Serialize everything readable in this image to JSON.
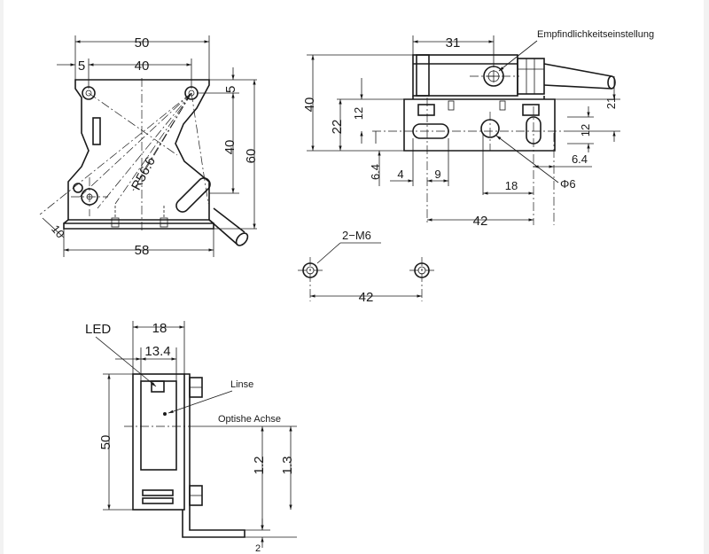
{
  "drawing": {
    "front_view": {
      "dim_total_width": "50",
      "dim_edge_offset": "5",
      "dim_hole_spacing": "40",
      "dim_top_offset": "5",
      "dim_vertical_holes": "40",
      "dim_total_height": "60",
      "dim_radius": "R56.6",
      "dim_angle": "10",
      "dim_base_width": "58"
    },
    "side_view": {
      "dim_width": "31",
      "label_sensitivity": "Empfindlichkeitseinstellung",
      "dim_height": "40",
      "dim_22": "22",
      "dim_12_left": "12",
      "dim_21": "21",
      "dim_12_right": "12",
      "dim_6_4_left": "6.4",
      "dim_4": "4",
      "dim_9": "9",
      "dim_18": "18",
      "dim_6_4_right": "6.4",
      "dim_phi6": "Φ6",
      "dim_42": "42"
    },
    "mounting": {
      "label_thread": "2−M6",
      "dim_spacing": "42"
    },
    "bottom_view": {
      "label_led": "LED",
      "dim_18": "18",
      "dim_13_4": "13.4",
      "label_lens": "Linse",
      "label_axis": "Optishe Achse",
      "dim_50": "50",
      "dim_1_2": "1.2",
      "dim_1_3": "1.3",
      "dim_2": "2"
    }
  }
}
